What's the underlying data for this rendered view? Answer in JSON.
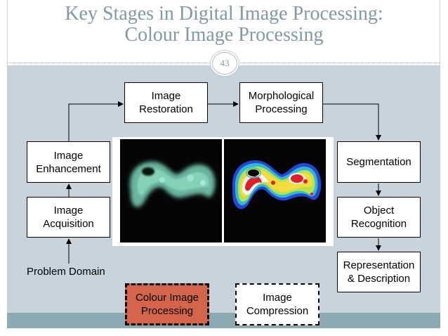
{
  "slide": {
    "title_line1": "Key Stages in Digital Image Processing:",
    "title_line2": "Colour Image Processing",
    "page_number": "43"
  },
  "stages": {
    "image_restoration": "Image\nRestoration",
    "morphological_processing": "Morphological\nProcessing",
    "image_enhancement": "Image\nEnhancement",
    "segmentation": "Segmentation",
    "image_acquisition": "Image\nAcquisition",
    "object_recognition": "Object\nRecognition",
    "representation_description": "Representation\n& Description",
    "colour_image_processing": "Colour Image\nProcessing",
    "image_compression": "Image\nCompression"
  },
  "problem_domain": "Problem Domain",
  "colors": {
    "title": "#7f9aa5",
    "content_background": "#c8d3db",
    "footer_band": "#8daab3",
    "highlight": "#d5654a"
  },
  "images": {
    "left": "cyan-green blurred blob on black",
    "right": "false-colour rainbow blob on black"
  }
}
